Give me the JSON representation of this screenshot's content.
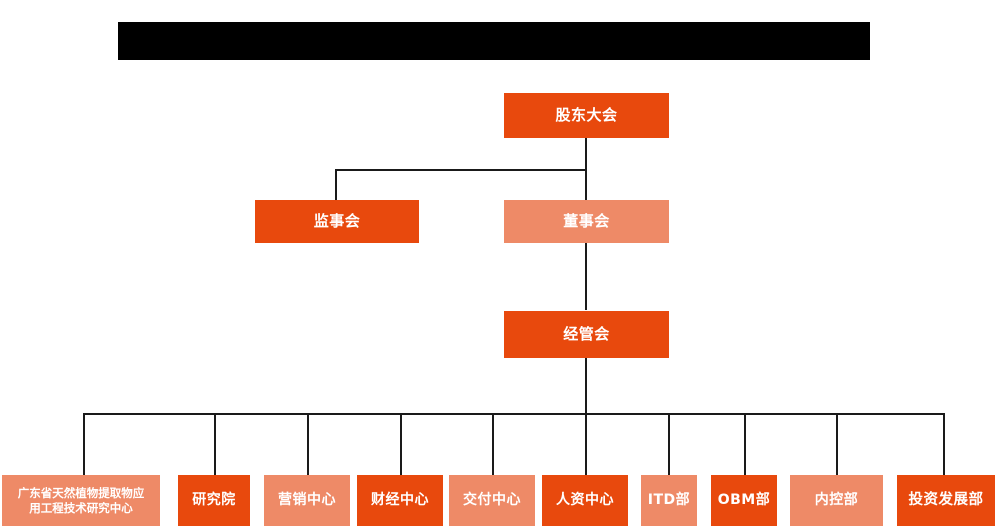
{
  "chart": {
    "type": "org-chart",
    "title_banner": {
      "name": "redacted-title-banner",
      "redacted": true,
      "color": "#000000",
      "text": ""
    },
    "palette": {
      "dark_orange": "#E8490D",
      "light_orange": "#EE8A67",
      "line": "#1a1a1a",
      "background": "#FFFFFF",
      "text": "#FFFFFF"
    },
    "levels": [
      {
        "level": 1,
        "nodes": [
          {
            "id": "shareholders",
            "label": "股东大会",
            "tone": "dark"
          }
        ]
      },
      {
        "level": 2,
        "nodes": [
          {
            "id": "supervisors",
            "label": "监事会",
            "tone": "dark"
          },
          {
            "id": "directors",
            "label": "董事会",
            "tone": "light"
          }
        ]
      },
      {
        "level": 3,
        "nodes": [
          {
            "id": "management",
            "label": "经管会",
            "tone": "dark"
          }
        ]
      },
      {
        "level": 4,
        "nodes": [
          {
            "id": "research-center-gd",
            "label": "广东省天然植物提取物应\n用工程技术研究中心",
            "tone": "light"
          },
          {
            "id": "research-institute",
            "label": "研究院",
            "tone": "dark"
          },
          {
            "id": "marketing-center",
            "label": "营销中心",
            "tone": "light"
          },
          {
            "id": "finance-center",
            "label": "财经中心",
            "tone": "dark"
          },
          {
            "id": "delivery-center",
            "label": "交付中心",
            "tone": "light"
          },
          {
            "id": "hr-center",
            "label": "人资中心",
            "tone": "dark"
          },
          {
            "id": "itd-dept",
            "label": "ITD部",
            "tone": "light"
          },
          {
            "id": "obm-dept",
            "label": "OBM部",
            "tone": "dark"
          },
          {
            "id": "internal-control-dept",
            "label": "内控部",
            "tone": "light"
          },
          {
            "id": "investment-dev-dept",
            "label": "投资发展部",
            "tone": "dark"
          }
        ]
      }
    ]
  }
}
